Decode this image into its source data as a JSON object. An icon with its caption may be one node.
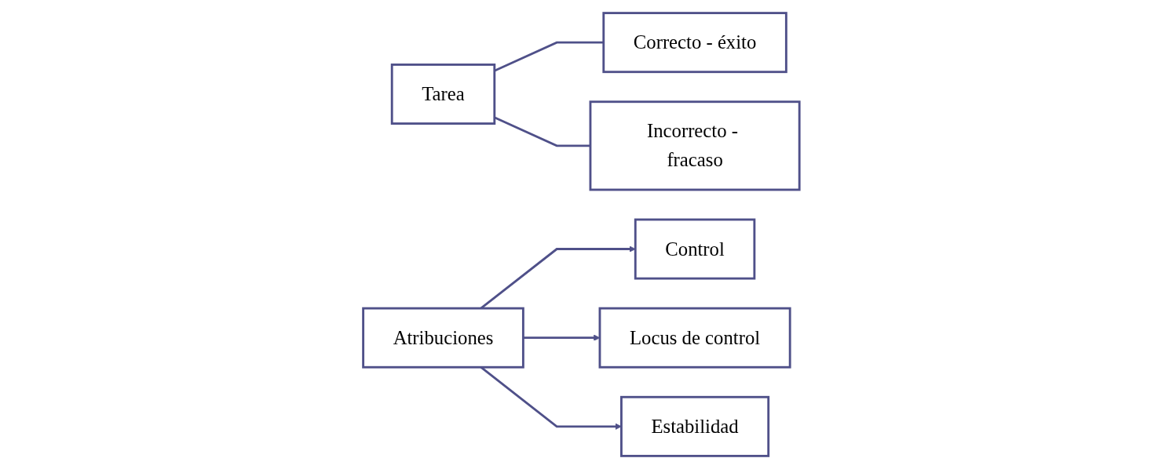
{
  "diagram": {
    "nodes": [
      {
        "text": [
          "Tarea"
        ]
      },
      {
        "text": [
          "Correcto - éxito"
        ]
      },
      {
        "text": [
          "Incorrecto - fracaso"
        ]
      },
      {
        "text": [
          "Atribuciones"
        ]
      },
      {
        "text": [
          "Control"
        ]
      },
      {
        "text": [
          "Locus de control"
        ]
      },
      {
        "text": [
          "Estabilidad"
        ]
      }
    ],
    "edges": [
      {
        "from": 0,
        "to": 1,
        "arrow": "none"
      },
      {
        "from": 0,
        "to": 2,
        "arrow": "none"
      },
      {
        "from": 3,
        "to": 4,
        "arrow": "to"
      },
      {
        "from": 3,
        "to": 5,
        "arrow": "to"
      },
      {
        "from": 3,
        "to": 6,
        "arrow": "to"
      }
    ]
  }
}
